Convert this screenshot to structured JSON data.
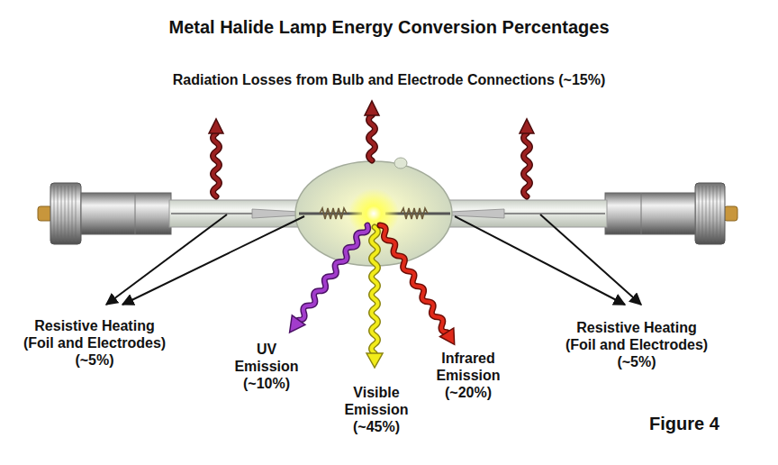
{
  "diagram": {
    "title": "Metal Halide Lamp Energy Conversion Percentages",
    "caption": "Figure 4",
    "labels": [
      "Radiation Losses from Bulb and Electrode Connections (~15%)",
      "Resistive Heating (Foil and Electrodes) (~5%)",
      "UV Emission (~10%)",
      "Visible Emission (~45%)",
      "Infrared Emission (~20%)",
      "Resistive Heating (Foil and Electrodes) (~5%)"
    ]
  }
}
